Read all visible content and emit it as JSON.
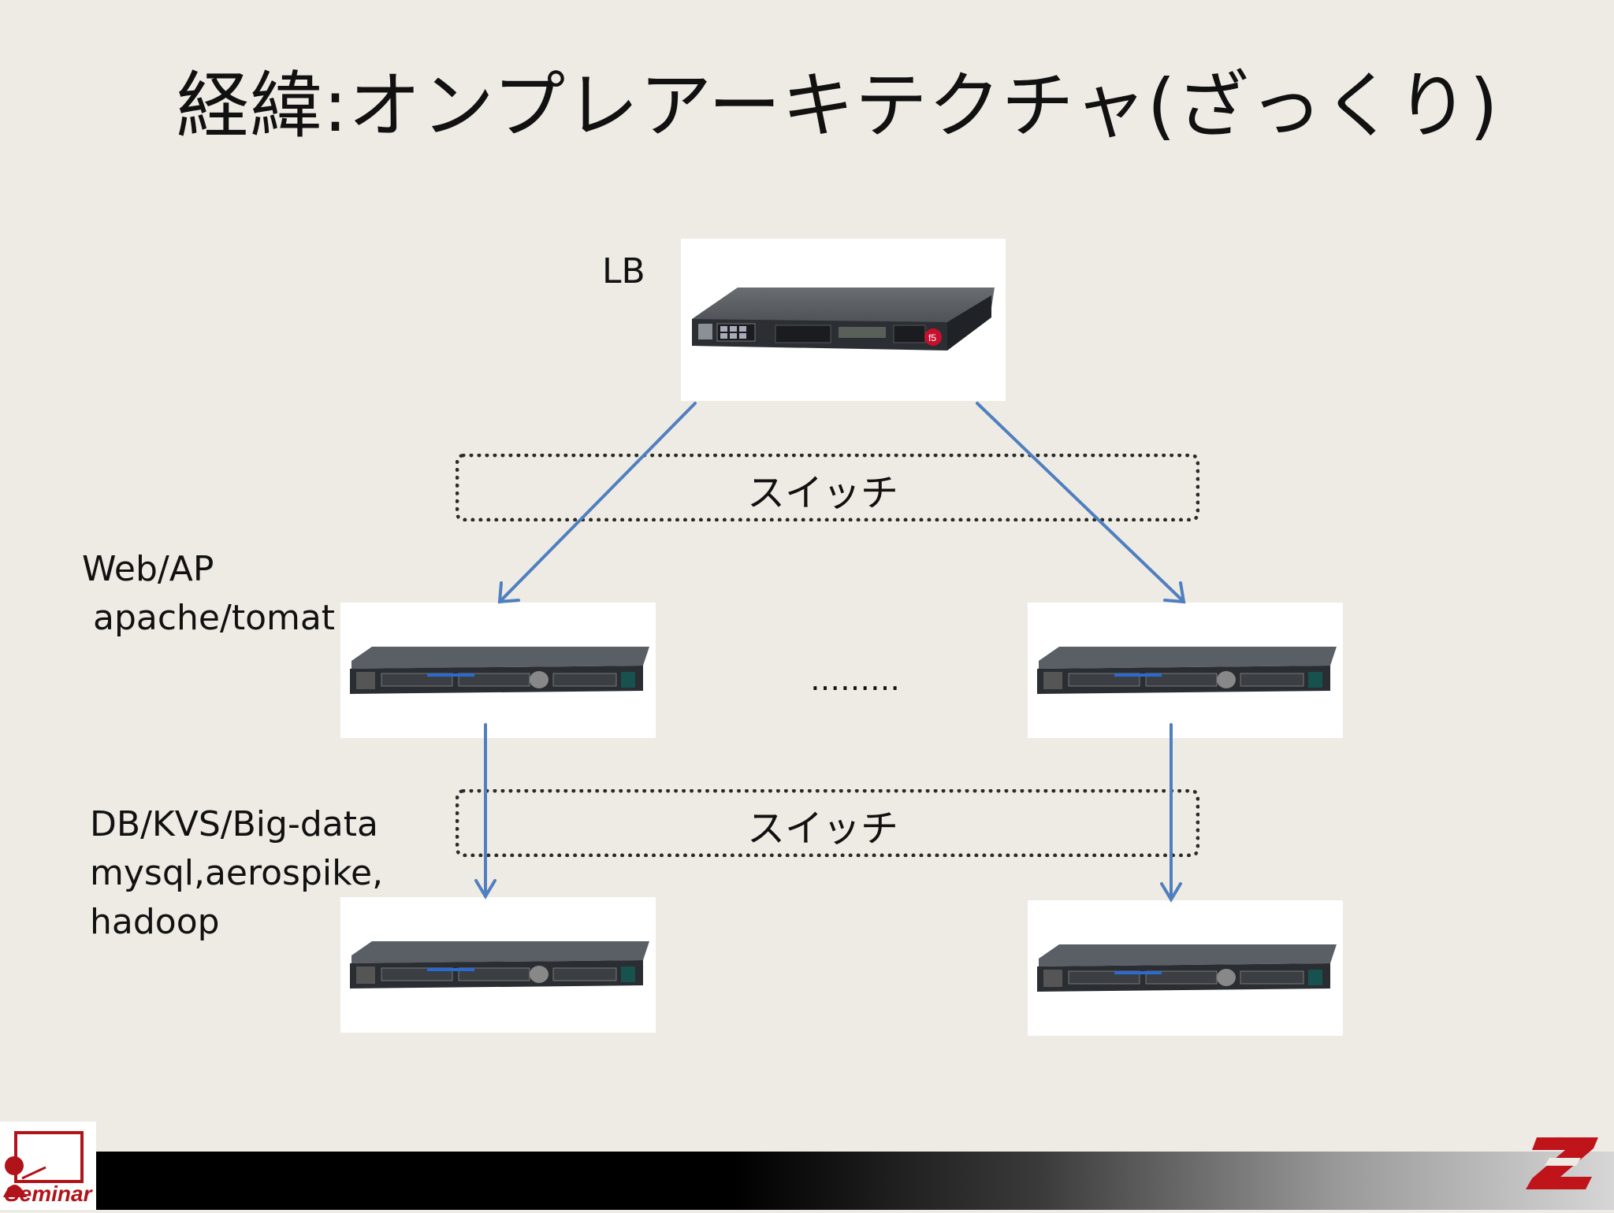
{
  "slide": {
    "title": "経緯:オンプレアーキテクチャ(ざっくり)"
  },
  "nodes": {
    "lb_label": "LB",
    "web_label_line1": "Web/AP",
    "web_label_line2": " apache/tomat",
    "db_label_line1": "DB/KVS/Big-data",
    "db_label_line2": "mysql,aerospike,",
    "db_label_line3": "hadoop",
    "ellipsis": "………"
  },
  "switches": {
    "upper_label": "スイッチ",
    "lower_label": "スイッチ"
  },
  "branding": {
    "seminar_logo_text": "Seminar",
    "arrow_color": "#4f7fbf",
    "footer_gradient_start": "#000000",
    "logo_red": "#c0141b"
  },
  "icons": {
    "load_balancer": "load-balancer-appliance-icon",
    "server": "rack-server-icon",
    "seminar": "seminar-presenter-logo",
    "brand": "z-brand-logo"
  }
}
